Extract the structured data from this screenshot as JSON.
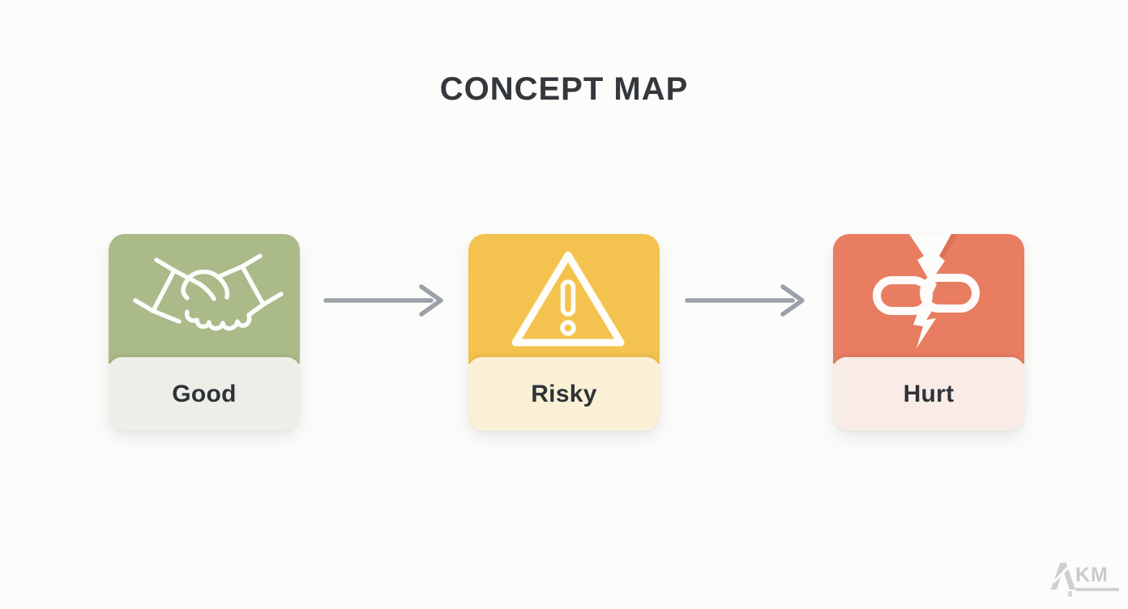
{
  "page": {
    "title": "CONCEPT MAP",
    "background_color": "#fcfcfb",
    "title_color": "#34383c"
  },
  "diagram": {
    "type": "flow",
    "arrow_color": "#9aa1a7",
    "label_text_color": "#2e3338",
    "nodes": [
      {
        "id": "good",
        "label": "Good",
        "icon": "handshake-icon",
        "card_color": "#aaba88",
        "label_bg_color": "#edeee8"
      },
      {
        "id": "risky",
        "label": "Risky",
        "icon": "warning-triangle-icon",
        "card_color": "#f4c24e",
        "label_bg_color": "#faf0d6"
      },
      {
        "id": "hurt",
        "label": "Hurt",
        "icon": "broken-chain-icon",
        "card_color": "#e87d61",
        "label_bg_color": "#f9ebe6"
      }
    ],
    "connections": [
      {
        "from": "Good",
        "to": "Risky"
      },
      {
        "from": "Risky",
        "to": "Hurt"
      }
    ]
  },
  "watermark": {
    "text": "KM"
  }
}
